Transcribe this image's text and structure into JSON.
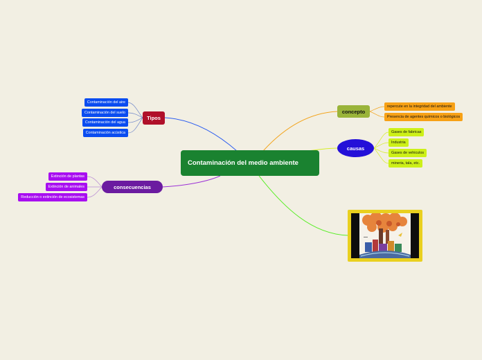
{
  "central": {
    "label": "Contaminación del medio ambiente"
  },
  "tipos": {
    "label": "Tipos",
    "items": [
      "Contaminación del aire",
      "Contaminación del suelo",
      "Contaminación del agua",
      "Contaminación acústica"
    ]
  },
  "consecuencias": {
    "label": "consecuencias",
    "items": [
      "Extinción de plantas",
      "Extinción de animales",
      "Reducción o extinción de ecosistemas"
    ]
  },
  "concepto": {
    "label": "concepto",
    "items": [
      "repercute en la integridad del ambiente",
      "Presencia de agentes químicos o biológicos"
    ]
  },
  "causas": {
    "label": "causas",
    "items": [
      "Gases de fabricas",
      "Industria",
      "Gases de vehiculos",
      "mineria, tala, etc."
    ]
  },
  "colors": {
    "central": "#1a8230",
    "tipos": "#b0102a",
    "tipos_items": "#0a4cf0",
    "consecuencias": "#6b1ba0",
    "consecuencias_items": "#a80ef0",
    "concepto": "#9ab43a",
    "concepto_items": "#f7a116",
    "causas": "#2410d8",
    "causas_items": "#cdf018",
    "image_frame": "#e9d01f"
  },
  "image": {
    "icon": "pollution-illustration"
  }
}
